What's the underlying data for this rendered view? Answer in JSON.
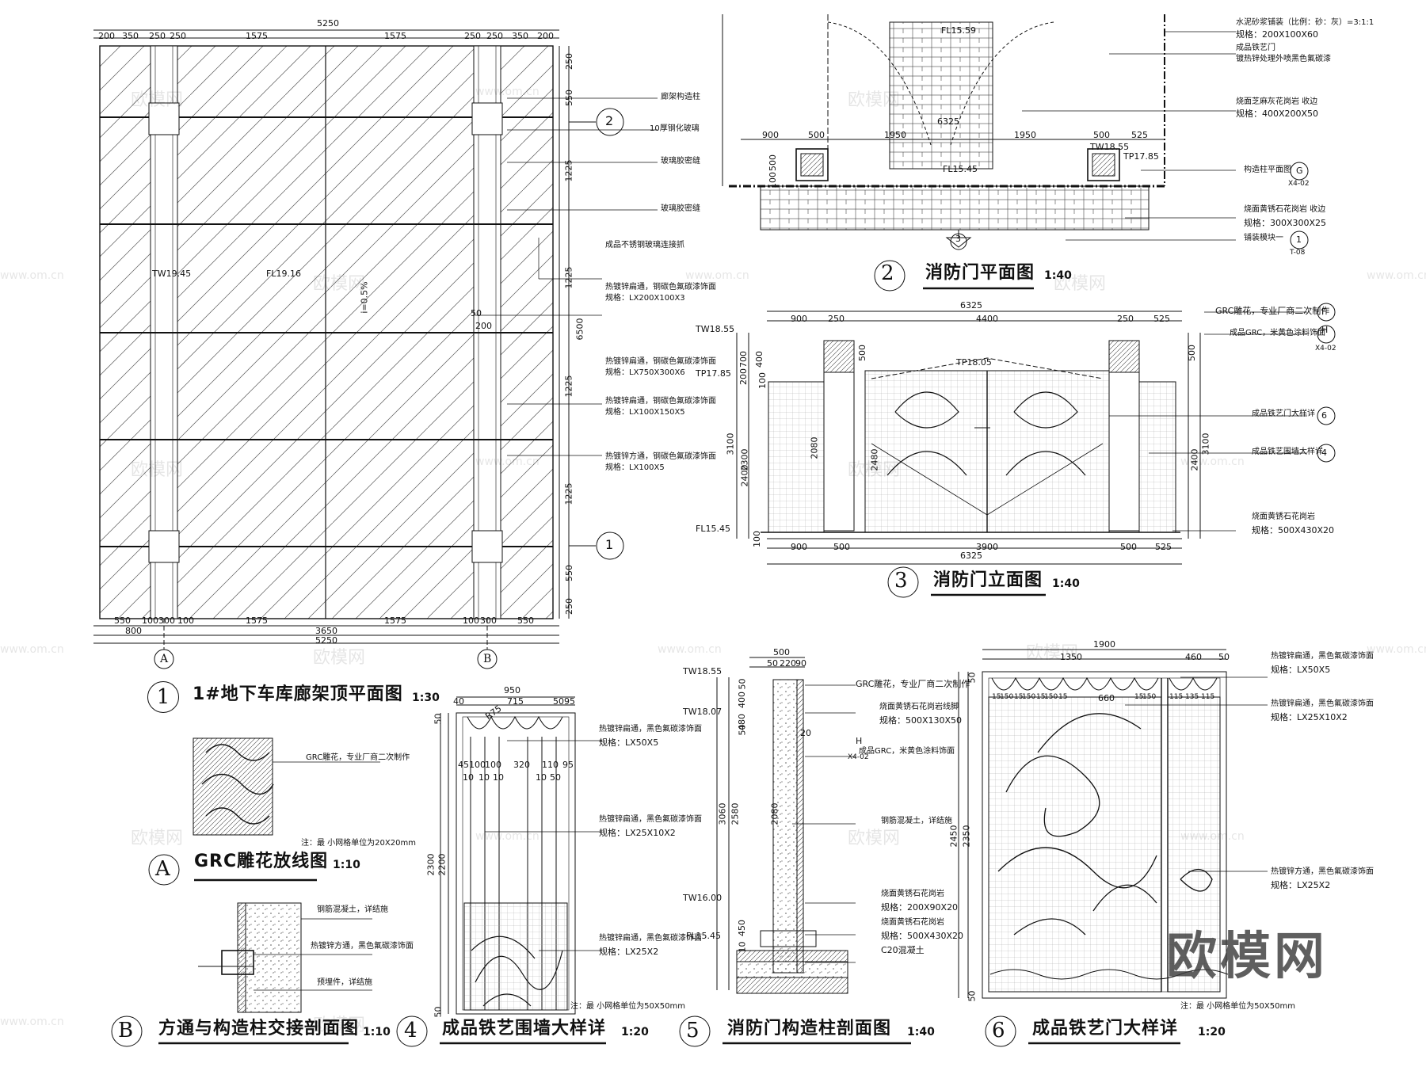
{
  "drawings": {
    "d1": {
      "num": "1",
      "title": "1#地下车库廊架顶平面图",
      "scale": "1:30"
    },
    "d2": {
      "num": "2",
      "title": "消防门平面图",
      "scale": "1:40"
    },
    "d3": {
      "num": "3",
      "title": "消防门立面图",
      "scale": "1:40"
    },
    "d4": {
      "num": "4",
      "title": "成品铁艺围墙大样详",
      "scale": "1:20"
    },
    "d5": {
      "num": "5",
      "title": "消防门构造柱剖面图",
      "scale": "1:40"
    },
    "d6": {
      "num": "6",
      "title": "成品铁艺门大样详",
      "scale": "1:20"
    },
    "dA": {
      "num": "A",
      "title": "GRC雕花放线图",
      "scale": "1:10"
    },
    "dB": {
      "num": "B",
      "title": "方通与构造柱交接剖面图",
      "scale": "1:10"
    }
  },
  "plan1": {
    "top_total": "5250",
    "top_dims": [
      "200",
      "350",
      "250",
      "250",
      "1575",
      "1575",
      "250",
      "250",
      "350",
      "200"
    ],
    "bottom_dims": [
      "550",
      "100",
      "300",
      "100",
      "1575",
      "1575",
      "100",
      "300",
      "550"
    ],
    "bottom_sub": [
      "800",
      "3650"
    ],
    "bottom_total": "5250",
    "right_dims": [
      "250",
      "550",
      "1225",
      "1225",
      "1225",
      "1225",
      "550",
      "250"
    ],
    "right_total": "6500",
    "axis_a": "A",
    "axis_b": "B",
    "grid_2": "2",
    "grid_1": "1",
    "level_tw": "TW19.45",
    "level_fl": "FL19.16",
    "slope": "i=0.5%",
    "dim_50": "50",
    "dim_200": "200",
    "notes": [
      "廊架构造柱",
      "10厚钢化玻璃",
      "玻璃胶密缝",
      "玻璃胶密缝",
      "成品不锈钢玻璃连接抓",
      "热镀锌扁通，钢碳色氟碳漆饰面",
      "规格：LX200X100X3",
      "热镀锌扁通，钢碳色氟碳漆饰面",
      "规格：LX750X300X6",
      "热镀锌扁通，钢碳色氟碳漆饰面",
      "规格：LX100X150X5",
      "热镀锌方通，钢碳色氟碳漆饰面",
      "规格：LX100X5"
    ]
  },
  "plan2": {
    "dims": [
      "900",
      "500",
      "1950",
      "1950",
      "500",
      "525"
    ],
    "total": "6325",
    "levels": [
      "FL15.59",
      "FL15.45",
      "TW18.55",
      "TP17.85"
    ],
    "dim_500": "500",
    "dim_100": "100",
    "section_mark": "3",
    "notes": [
      "水泥砂浆铺装（比例：砂：灰）=3:1:1",
      "规格：200X100X60",
      "成品铁艺门",
      "镀热锌处理外喷黑色氟碳漆",
      "烧面芝麻灰花岗岩 收边",
      "规格：400X200X50",
      "构造柱平面图",
      "烧面黄锈石花岗岩 收边",
      "规格：300X300X25",
      "铺装模块一"
    ],
    "refs": [
      {
        "a": "G",
        "b": "X4-02"
      },
      {
        "a": "1",
        "b": "T-08"
      }
    ]
  },
  "elev3": {
    "top_total": "6325",
    "top_dims": [
      "900",
      "250",
      "4400",
      "250",
      "525"
    ],
    "bottom_dims": [
      "900",
      "500",
      "3900",
      "500",
      "525"
    ],
    "bottom_total": "6325",
    "left_dims": [
      "700",
      "200",
      "400",
      "100",
      "2300",
      "3100",
      "2400",
      "100"
    ],
    "inner_dims": [
      "500",
      "2080",
      "2480"
    ],
    "right_dims": [
      "500",
      "3100",
      "2400"
    ],
    "levels": [
      "TW18.55",
      "TP17.85",
      "FL15.45",
      "TP18.05"
    ],
    "notes": [
      "GRC雕花，专业厂商二次制作",
      "成品GRC，米黄色涂料饰面",
      "成品铁艺门大样详",
      "成品铁艺围墙大样详",
      "烧面黄锈石花岗岩",
      "规格：500X430X20"
    ],
    "refs": [
      {
        "a": "F",
        "b": ""
      },
      {
        "a": "H",
        "b": "X4-02"
      },
      {
        "a": "6",
        "b": ""
      },
      {
        "a": "4",
        "b": ""
      }
    ]
  },
  "detailA": {
    "note": "GRC雕花，专业厂商二次制作",
    "remark": "注：最 小网格单位为20X20mm"
  },
  "detailB": {
    "notes": [
      "钢筋混凝土，详结施",
      "热镀锌方通，黑色氟碳漆饰面",
      "预埋件，详结施"
    ]
  },
  "detail4": {
    "width": "950",
    "top_dims": [
      "40",
      "715",
      "50",
      "95"
    ],
    "r": "R75",
    "mid_dims": [
      "45",
      "100",
      "100",
      "320",
      "110",
      "95"
    ],
    "sub_dims": [
      "10",
      "10",
      "10",
      "10",
      "50"
    ],
    "height_dims": [
      "50",
      "2300",
      "2200",
      "50"
    ],
    "notes": [
      "热镀锌扁通，黑色氟碳漆饰面",
      "规格：LX50X5",
      "热镀锌扁通，黑色氟碳漆饰面",
      "规格：LX25X10X2",
      "热镀锌扁通，黑色氟碳漆饰面",
      "规格：LX25X2"
    ],
    "remark": "注：最 小网格单位为50X50mm"
  },
  "detail5": {
    "top_dims": [
      "500",
      "50",
      "220",
      "90"
    ],
    "levels": [
      "TW18.55",
      "TW18.07",
      "TW16.00",
      "FL15.45"
    ],
    "left_dims": [
      "400",
      "3060",
      "2580",
      "450",
      "480",
      "50",
      "50",
      "10"
    ],
    "inner_dims": [
      "2080",
      "20"
    ],
    "notes": [
      "GRC雕花，专业厂商二次制作",
      "烧面黄锈石花岗岩线脚",
      "规格：500X130X50",
      "成品GRC，米黄色涂料饰面",
      "钢筋混凝土，详结施",
      "烧面黄锈石花岗岩",
      "规格：200X90X20",
      "烧面黄锈石花岗岩",
      "规格：500X430X20",
      "C20混凝土"
    ],
    "refs": [
      {
        "a": "H",
        "b": "X4-02"
      }
    ]
  },
  "detail6": {
    "width": "1900",
    "top_dims": [
      "1350",
      "460",
      "50"
    ],
    "sub_dims": [
      "15",
      "150",
      "15",
      "150",
      "15",
      "150",
      "15",
      "660",
      "15",
      "150",
      "115",
      "135",
      "115"
    ],
    "height_dims": [
      "50",
      "2450",
      "2350",
      "50"
    ],
    "notes": [
      "热镀锌扁通，黑色氟碳漆饰面",
      "规格：LX50X5",
      "热镀锌扁通，黑色氟碳漆饰面",
      "规格：LX25X10X2",
      "热镀锌方通，黑色氟碳漆饰面",
      "规格：LX25X2"
    ],
    "remark": "注：最 小网格单位为50X50mm"
  },
  "watermarks": [
    "欧模网",
    "www.om.cn"
  ],
  "logo": "欧模网"
}
